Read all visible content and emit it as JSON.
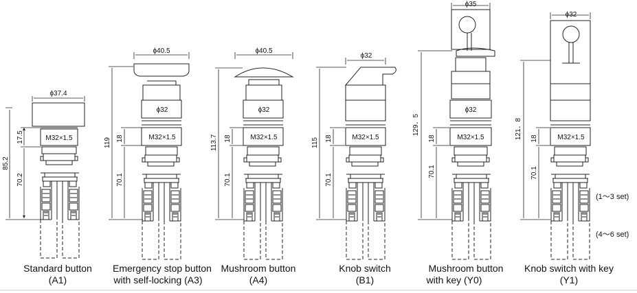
{
  "products": [
    {
      "id": "A1",
      "name_line1": "Standard button",
      "name_line2": "(A1)",
      "head_dia": "ϕ37.4",
      "thread": "M32×1.5",
      "thread_len": "17.5",
      "body_len": "70.2",
      "total_len": "85.2"
    },
    {
      "id": "A3",
      "name_line1": "Emergency stop button",
      "name_line2": "with self-locking (A3)",
      "head_dia": "ϕ40.5",
      "body_dia": "ϕ32",
      "thread": "M32×1.5",
      "thread_len": "18",
      "body_len": "70.1",
      "total_len": "119"
    },
    {
      "id": "A4",
      "name_line1": "Mushroom button",
      "name_line2": "(A4)",
      "head_dia": "ϕ40.5",
      "body_dia": "ϕ32",
      "thread": "M32×1.5",
      "thread_len": "18",
      "body_len": "70.1",
      "total_len": "113.7"
    },
    {
      "id": "B1",
      "name_line1": "Knob switch",
      "name_line2": "(B1)",
      "head_dia": "ϕ32",
      "thread": "M32×1.5",
      "thread_len": "18",
      "body_len": "70.1",
      "total_len": "115"
    },
    {
      "id": "Y0",
      "name_line1": "Mushroom button",
      "name_line2": "with key (Y0)",
      "head_dia": "ϕ35",
      "body_dia": "ϕ32",
      "thread": "M32×1.5",
      "thread_len": "18",
      "body_len": "70.1",
      "total_len": "129．5"
    },
    {
      "id": "Y1",
      "name_line1": "Knob switch with key",
      "name_line2": "(Y1)",
      "head_dia": "ϕ32",
      "thread": "M32×1.5",
      "thread_len": "18",
      "body_len": "70.1",
      "total_len": "121．8"
    }
  ],
  "contact_sets": {
    "upper": "(1～3 set)",
    "lower": "(4～6 set)"
  },
  "colors": {
    "line": "#222222",
    "text": "#111111"
  }
}
